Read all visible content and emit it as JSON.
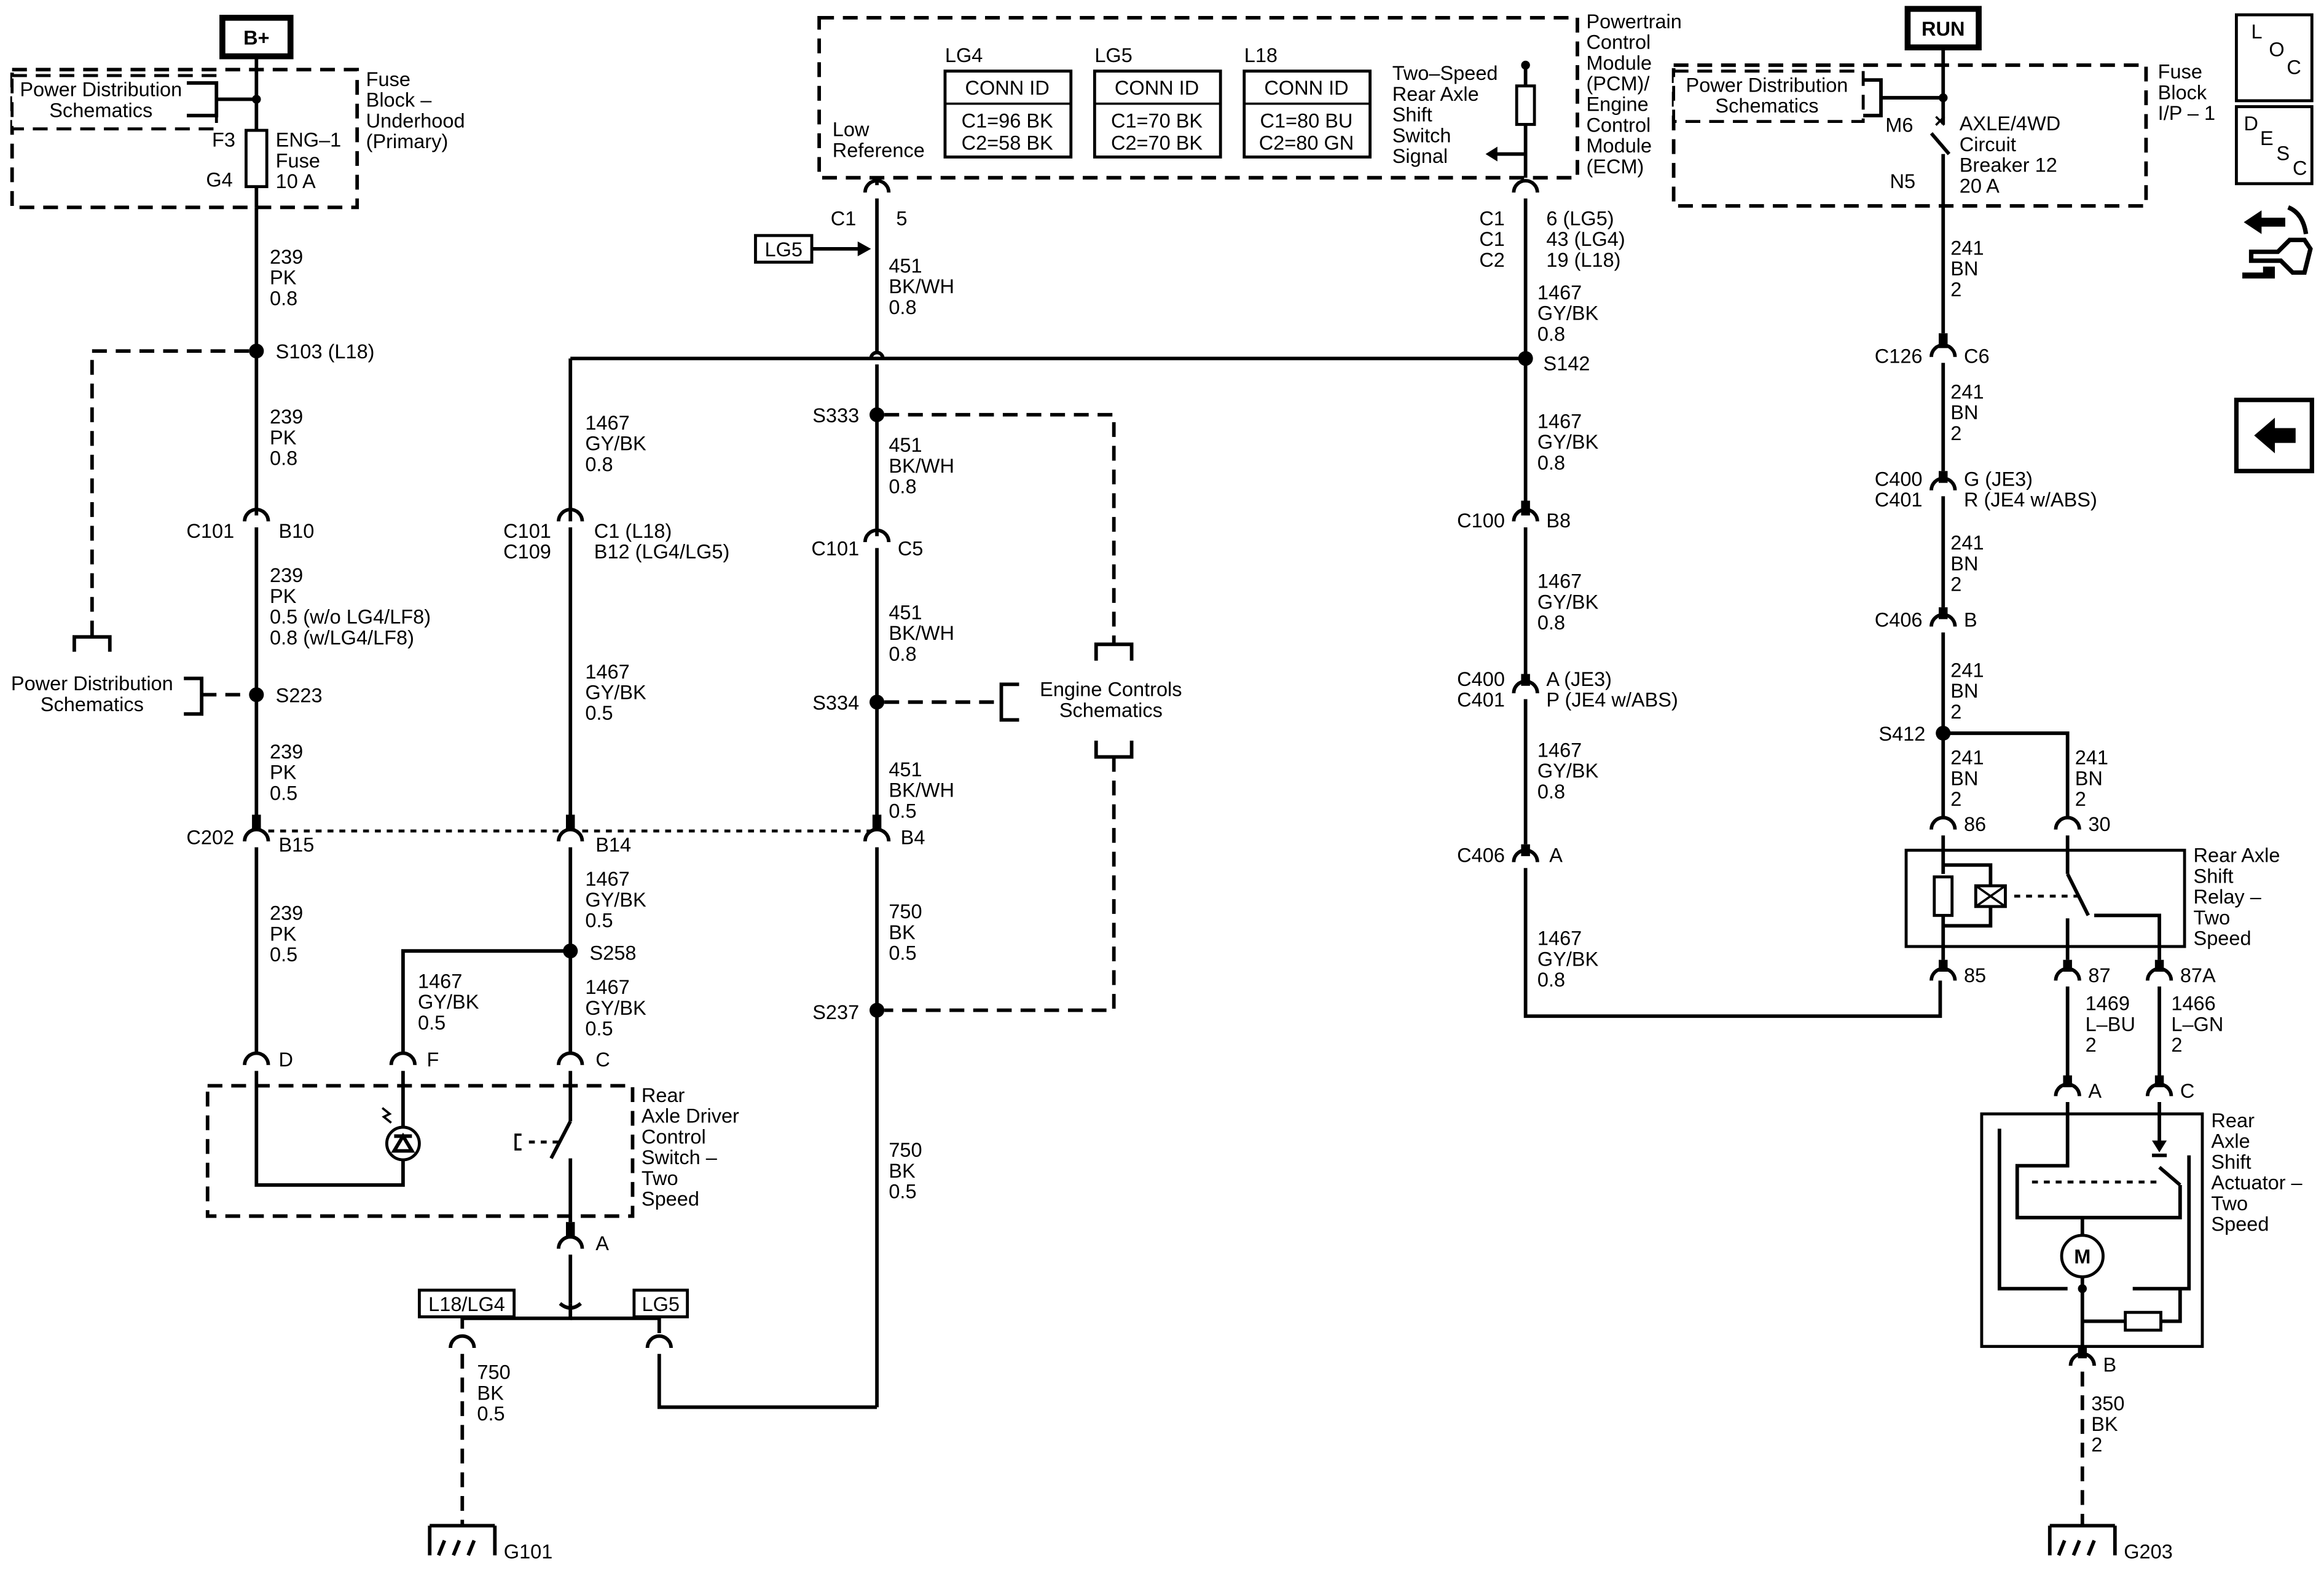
{
  "power": {
    "bplus": "B+",
    "run": "RUN"
  },
  "fuse_block_top": {
    "pds": [
      "Power Distribution",
      "Schematics"
    ],
    "title": [
      "Fuse",
      "Block –",
      "Underhood",
      "(Primary)"
    ],
    "f3": "F3",
    "g4": "G4",
    "fuse": [
      "ENG–1",
      "Fuse",
      "10 A"
    ]
  },
  "fuse_block_ip": {
    "pds": [
      "Power Distribution",
      "Schematics"
    ],
    "title": [
      "Fuse",
      "Block",
      "I/P – 1"
    ],
    "m6": "M6",
    "n5": "N5",
    "breaker": [
      "AXLE/4WD",
      "Circuit",
      "Breaker 12",
      "20 A"
    ]
  },
  "pcm": {
    "title": [
      "Powertrain",
      "Control",
      "Module",
      "(PCM)/",
      "Engine",
      "Control",
      "Module",
      "(ECM)"
    ],
    "low_ref": [
      "Low",
      "Reference"
    ],
    "signal": [
      "Two–Speed",
      "Rear Axle",
      "Shift",
      "Switch",
      "Signal"
    ],
    "conn_tables": [
      {
        "engine": "LG4",
        "header": "CONN ID",
        "rows": [
          "C1=96 BK",
          "C2=58 BK"
        ]
      },
      {
        "engine": "LG5",
        "header": "CONN ID",
        "rows": [
          "C1=70 BK",
          "C2=70 BK"
        ]
      },
      {
        "engine": "L18",
        "header": "CONN ID",
        "rows": [
          "C1=80 BU",
          "C2=80 GN"
        ]
      }
    ]
  },
  "labels": {
    "c1_left": "C1",
    "pin5": "5",
    "lg5_tag": "LG5",
    "c1c1c2": [
      "C1",
      "C1",
      "C2"
    ],
    "pins_right": [
      "6 (LG5)",
      "43 (LG4)",
      "19 (L18)"
    ],
    "w239a": [
      "239",
      "PK",
      "0.8"
    ],
    "s103": "S103 (L18)",
    "w239b": [
      "239",
      "PK",
      "0.8"
    ],
    "c101_b10": [
      "C101",
      "B10"
    ],
    "w239c": [
      "239",
      "PK",
      "0.5 (w/o LG4/LF8)",
      "0.8 (w/LG4/LF8)"
    ],
    "pds_left": [
      "Power Distribution",
      "Schematics"
    ],
    "s223": "S223",
    "w239d": [
      "239",
      "PK",
      "0.5"
    ],
    "c202": "C202",
    "b15": "B15",
    "w239e": [
      "239",
      "PK",
      "0.5"
    ],
    "w1467_left1": [
      "1467",
      "GY/BK",
      "0.8"
    ],
    "c101_c109": [
      "C101",
      "C109"
    ],
    "c1_l18": "C1 (L18)",
    "b12": "B12 (LG4/LG5)",
    "w1467_left2": [
      "1467",
      "GY/BK",
      "0.5"
    ],
    "b14": "B14",
    "w1467_left3": [
      "1467",
      "GY/BK",
      "0.5"
    ],
    "s258": "S258",
    "w1467_f": [
      "1467",
      "GY/BK",
      "0.5"
    ],
    "w1467_c": [
      "1467",
      "GY/BK",
      "0.5"
    ],
    "pin_d": "D",
    "pin_f": "F",
    "pin_c": "C",
    "pin_a": "A",
    "switch": [
      "Rear",
      "Axle Driver",
      "Control",
      "Switch –",
      "Two",
      "Speed"
    ],
    "l18lg4": "L18/LG4",
    "lg5_bottom": "LG5",
    "w750_left": [
      "750",
      "BK",
      "0.5"
    ],
    "g101": "G101",
    "w451a": [
      "451",
      "BK/WH",
      "0.8"
    ],
    "s333": "S333",
    "w451b": [
      "451",
      "BK/WH",
      "0.8"
    ],
    "c101_c5": [
      "C101",
      "C5"
    ],
    "w451c": [
      "451",
      "BK/WH",
      "0.8"
    ],
    "s334": "S334",
    "ecs": [
      "Engine Controls",
      "Schematics"
    ],
    "w451d": [
      "451",
      "BK/WH",
      "0.5"
    ],
    "b4": "B4",
    "w750a": [
      "750",
      "BK",
      "0.5"
    ],
    "s237": "S237",
    "w750b": [
      "750",
      "BK",
      "0.5"
    ],
    "w1467_r1": [
      "1467",
      "GY/BK",
      "0.8"
    ],
    "s142": "S142",
    "w1467_r2": [
      "1467",
      "GY/BK",
      "0.8"
    ],
    "c100_b8": [
      "C100",
      "B8"
    ],
    "w1467_r3": [
      "1467",
      "GY/BK",
      "0.8"
    ],
    "c400_c401_a": [
      "C400",
      "C401"
    ],
    "pins_je3_a": [
      "A (JE3)",
      "P (JE4 w/ABS)"
    ],
    "w1467_r4": [
      "1467",
      "GY/BK",
      "0.8"
    ],
    "c406_a": [
      "C406",
      "A"
    ],
    "w1467_r5": [
      "1467",
      "GY/BK",
      "0.8"
    ],
    "w241a": [
      "241",
      "BN",
      "2"
    ],
    "c126_c6": [
      "C126",
      "C6"
    ],
    "w241b": [
      "241",
      "BN",
      "2"
    ],
    "c400_c401_b": [
      "C400",
      "C401"
    ],
    "pins_je3_b": [
      "G (JE3)",
      "R (JE4 w/ABS)"
    ],
    "w241c": [
      "241",
      "BN",
      "2"
    ],
    "c406_b": [
      "C406",
      "B"
    ],
    "w241d": [
      "241",
      "BN",
      "2"
    ],
    "s412": "S412",
    "w241e": [
      "241",
      "BN",
      "2"
    ],
    "w241f": [
      "241",
      "BN",
      "2"
    ],
    "p86": "86",
    "p30": "30",
    "p85": "85",
    "p87": "87",
    "p87a": "87A",
    "relay": [
      "Rear Axle",
      "Shift",
      "Relay –",
      "Two",
      "Speed"
    ],
    "w1469": [
      "1469",
      "L–BU",
      "2"
    ],
    "w1466": [
      "1466",
      "L–GN",
      "2"
    ],
    "pin_a2": "A",
    "pin_c2": "C",
    "actuator": [
      "Rear",
      "Axle",
      "Shift",
      "Actuator –",
      "Two",
      "Speed"
    ],
    "motor": "M",
    "pin_b2": "B",
    "w350": [
      "350",
      "BK",
      "2"
    ],
    "g203": "G203"
  },
  "side_nav": {
    "loc": [
      "L",
      "O",
      "C"
    ],
    "desc": [
      "D",
      "E",
      "S",
      "C"
    ]
  }
}
